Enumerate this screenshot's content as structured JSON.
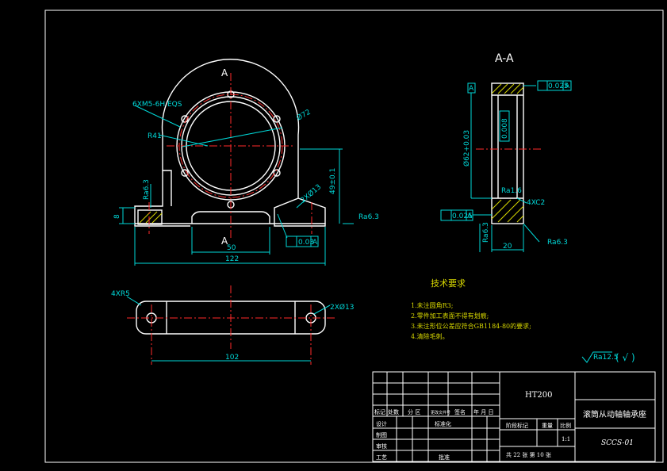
{
  "section": {
    "title": "A-A",
    "mark_top": "A",
    "mark_bottom": "A"
  },
  "front_view": {
    "thread": "6XM5-6H EQS",
    "radius": "R41",
    "dia_bore": "Ø72",
    "height": "49±0.1",
    "holes": "2XØ13",
    "width_slot": "50",
    "width_total": "122",
    "thickness": "8",
    "rough_a": "Ra6.3",
    "rough_b": "Ra6.3",
    "tol_val": "0.03",
    "tol_ref": "A"
  },
  "section_view": {
    "datum": "A",
    "runout_val": "0.025",
    "runout_ref": "A",
    "cyl_val": "0.008",
    "diameter": "Ø62+0.03",
    "rough_inner": "Ra1.6",
    "chamfer": "4XC2",
    "runout2_val": "0.025",
    "runout2_ref": "A",
    "rough_left": "Ra6.3",
    "rough_right": "Ra6.3",
    "width": "20"
  },
  "top_view": {
    "radius": "4XR5",
    "holes": "2XØ13",
    "length": "102"
  },
  "notes": {
    "heading": "技术要求",
    "items": [
      "1.未注圆角R3;",
      "2.零件加工表面不得有划痕;",
      "3.未注形位公差应符合GB1184-80的要求;",
      "4.清除毛刺。"
    ]
  },
  "roughness_general": "Ra12.5",
  "roughness_check": "( √ )",
  "title_block": {
    "material": "HT200",
    "name": "滚筒从动轴轴承座",
    "code": "SCCS-01",
    "header_cells": [
      "标记",
      "处数",
      "分 区",
      "更改文件号",
      "签名",
      "年 月 日"
    ],
    "rows": [
      "设计",
      "制图",
      "审核",
      "工艺"
    ],
    "std": "标准化",
    "approve": "批准",
    "stage": "阶段标记",
    "weight": "重量",
    "scale": "比例",
    "scale_val": "1:1",
    "sheets": "共 22 张 第 10 张"
  },
  "colors": {
    "line": "#ffffff",
    "dim": "#00d8d8",
    "center": "#ff2a2a",
    "text": "#00d8d8",
    "notes": "#d8d800"
  }
}
